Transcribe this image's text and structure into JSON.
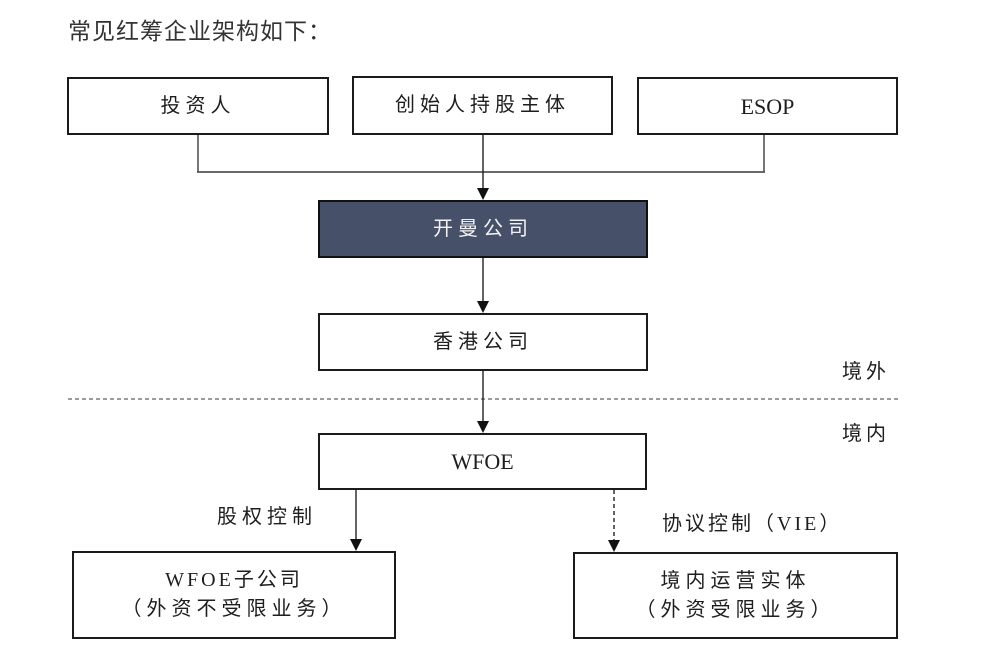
{
  "title": "常见红筹企业架构如下：",
  "nodes": {
    "investors": "投资人",
    "founder_holding": "创始人持股主体",
    "esop": "ESOP",
    "cayman": "开曼公司",
    "hongkong": "香港公司",
    "wfoe": "WFOE",
    "wfoe_subsidiary": {
      "line1": "WFOE子公司",
      "line2": "（外资不受限业务）"
    },
    "domestic_entity": {
      "line1": "境内运营实体",
      "line2": "（外资受限业务）"
    }
  },
  "labels": {
    "offshore": "境外",
    "onshore": "境内",
    "equity_control": "股权控制",
    "vie_control": "协议控制（VIE）"
  },
  "colors": {
    "cayman_fill": "#465068",
    "cayman_text": "#f2f2f2",
    "border": "#1b1b1b",
    "connector_gray": "#555555",
    "boundary_dash": "#7a7a7a"
  }
}
